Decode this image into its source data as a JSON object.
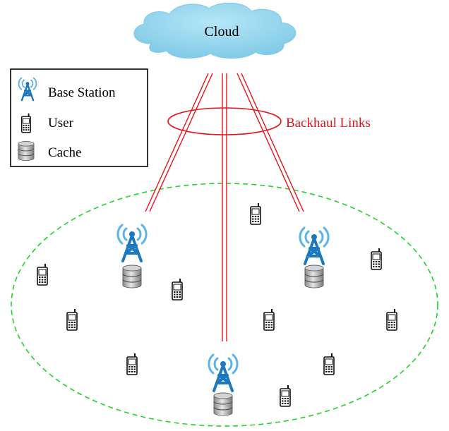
{
  "cloud": {
    "label": "Cloud"
  },
  "legend": {
    "items": [
      {
        "label": "Base Station",
        "icon": "base-station-icon"
      },
      {
        "label": "User",
        "icon": "phone-icon"
      },
      {
        "label": "Cache",
        "icon": "cache-database-icon"
      }
    ]
  },
  "backhaul": {
    "label": "Backhaul Links"
  },
  "colors": {
    "cloud_fill": "#8fd3ec",
    "link": "#e8141b",
    "coverage": "#22d42a",
    "tower": "#1c78c0",
    "signal": "#5ab4e6",
    "label_red": "#e8141b"
  }
}
